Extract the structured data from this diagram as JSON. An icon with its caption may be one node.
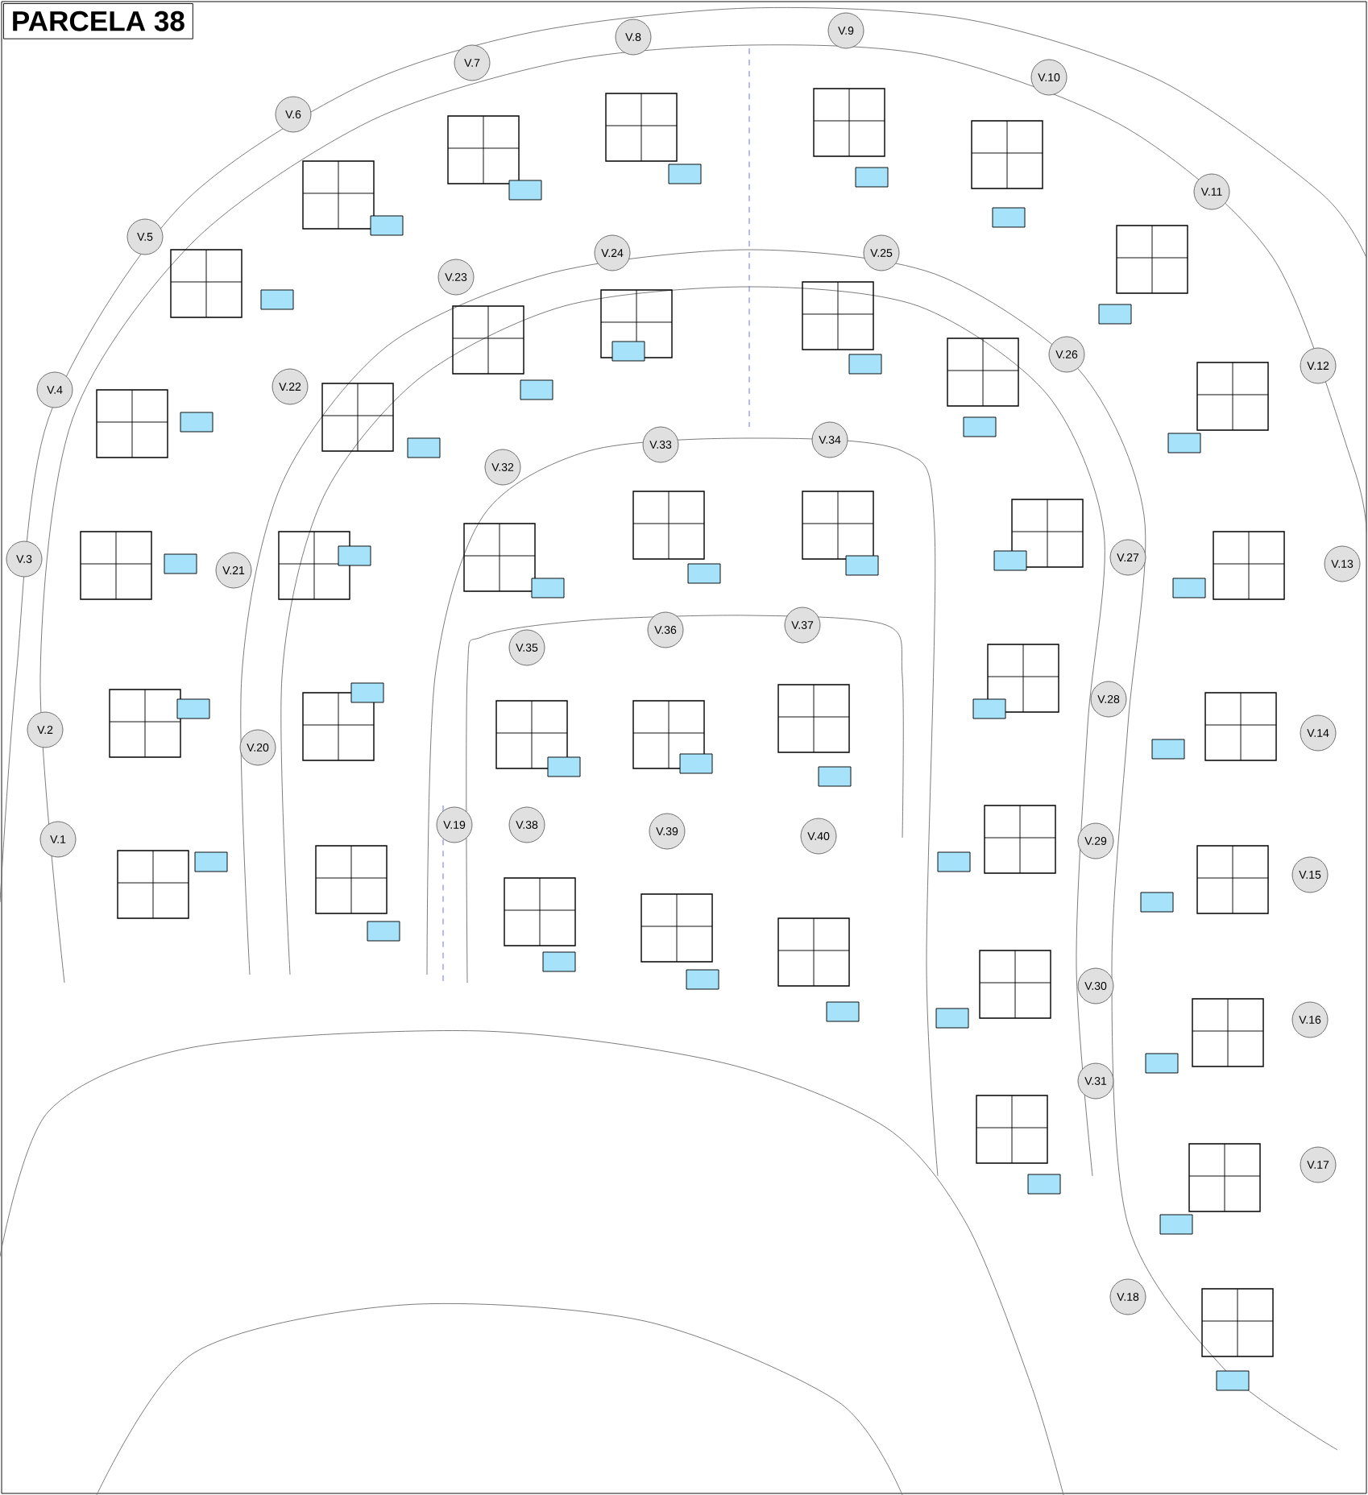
{
  "diagram": {
    "title": "PARCELA 38",
    "nodes": [
      {
        "text": [
          "V.1"
        ]
      },
      {
        "text": [
          "V.2"
        ]
      },
      {
        "text": [
          "V.3"
        ]
      },
      {
        "text": [
          "V.4"
        ]
      },
      {
        "text": [
          "V.5"
        ]
      },
      {
        "text": [
          "V.6"
        ]
      },
      {
        "text": [
          "V.7"
        ]
      },
      {
        "text": [
          "V.8"
        ]
      },
      {
        "text": [
          "V.9"
        ]
      },
      {
        "text": [
          "V.10"
        ]
      },
      {
        "text": [
          "V.11"
        ]
      },
      {
        "text": [
          "V.12"
        ]
      },
      {
        "text": [
          "V.13"
        ]
      },
      {
        "text": [
          "V.14"
        ]
      },
      {
        "text": [
          "V.15"
        ]
      },
      {
        "text": [
          "V.16"
        ]
      },
      {
        "text": [
          "V.17"
        ]
      },
      {
        "text": [
          "V.18"
        ]
      },
      {
        "text": [
          "V.19"
        ]
      },
      {
        "text": [
          "V.20"
        ]
      },
      {
        "text": [
          "V.21"
        ]
      },
      {
        "text": [
          "V.22"
        ]
      },
      {
        "text": [
          "V.23"
        ]
      },
      {
        "text": [
          "V.24"
        ]
      },
      {
        "text": [
          "V.25"
        ]
      },
      {
        "text": [
          "V.26"
        ]
      },
      {
        "text": [
          "V.27"
        ]
      },
      {
        "text": [
          "V.28"
        ]
      },
      {
        "text": [
          "V.29"
        ]
      },
      {
        "text": [
          "V.30"
        ]
      },
      {
        "text": [
          "V.31"
        ]
      },
      {
        "text": [
          "V.32"
        ]
      },
      {
        "text": [
          "V.33"
        ]
      },
      {
        "text": [
          "V.34"
        ]
      },
      {
        "text": [
          "V.35"
        ]
      },
      {
        "text": [
          "V.36"
        ]
      },
      {
        "text": [
          "V.37"
        ]
      },
      {
        "text": [
          "V.38"
        ]
      },
      {
        "text": [
          "V.39"
        ]
      },
      {
        "text": [
          "V.40"
        ]
      }
    ]
  }
}
